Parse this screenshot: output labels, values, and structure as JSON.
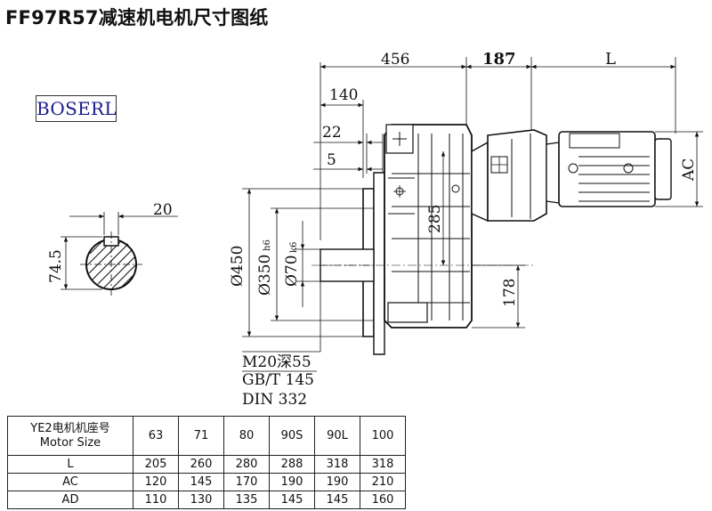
{
  "title": "FF97R57减速机电机尺寸图纸",
  "logo": {
    "text": "BOSERL"
  },
  "dimensions": {
    "overall_left": "456",
    "adapter": "187",
    "motor": "L",
    "flange_offset": "140",
    "d22": "22",
    "d5": "5",
    "motor_height": "AC",
    "d285": "285",
    "d178": "178",
    "dia450": "Ø450",
    "dia350": "Ø350",
    "dia350_tol": "h6",
    "dia70": "Ø70",
    "dia70_tol": "k6",
    "key_width": "20",
    "key_height": "74.5",
    "thread": "M20深55",
    "std1": "GB/T 145",
    "std2": "DIN 332"
  },
  "table": {
    "header_line1": "YE2电机机座号",
    "header_line2": "Motor Size",
    "sizes": [
      "63",
      "71",
      "80",
      "90S",
      "90L",
      "100"
    ],
    "rows": [
      {
        "label": "L",
        "values": [
          "205",
          "260",
          "280",
          "288",
          "318",
          "318"
        ]
      },
      {
        "label": "AC",
        "values": [
          "120",
          "145",
          "170",
          "190",
          "190",
          "210"
        ]
      },
      {
        "label": "AD",
        "values": [
          "110",
          "130",
          "135",
          "145",
          "145",
          "160"
        ]
      }
    ]
  }
}
